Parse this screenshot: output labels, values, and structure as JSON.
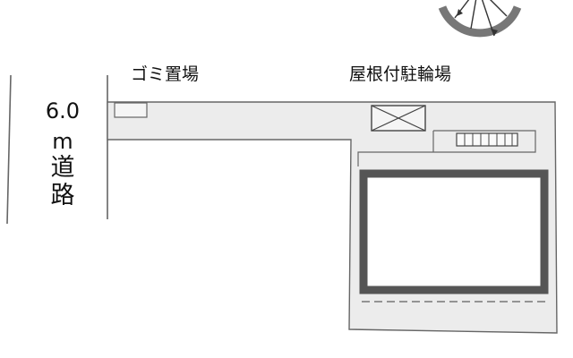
{
  "labels": {
    "garbage": "ゴミ置場",
    "bike_parking": "屋根付駐輪場"
  },
  "road": {
    "width": "6.0",
    "unit": "m",
    "char1": "道",
    "char2": "路"
  },
  "colors": {
    "lot_fill": "#ececec",
    "outline": "#666666",
    "building_wall": "#555555",
    "ink": "#111111"
  },
  "icons": {
    "compass": "compass-rose-icon"
  }
}
